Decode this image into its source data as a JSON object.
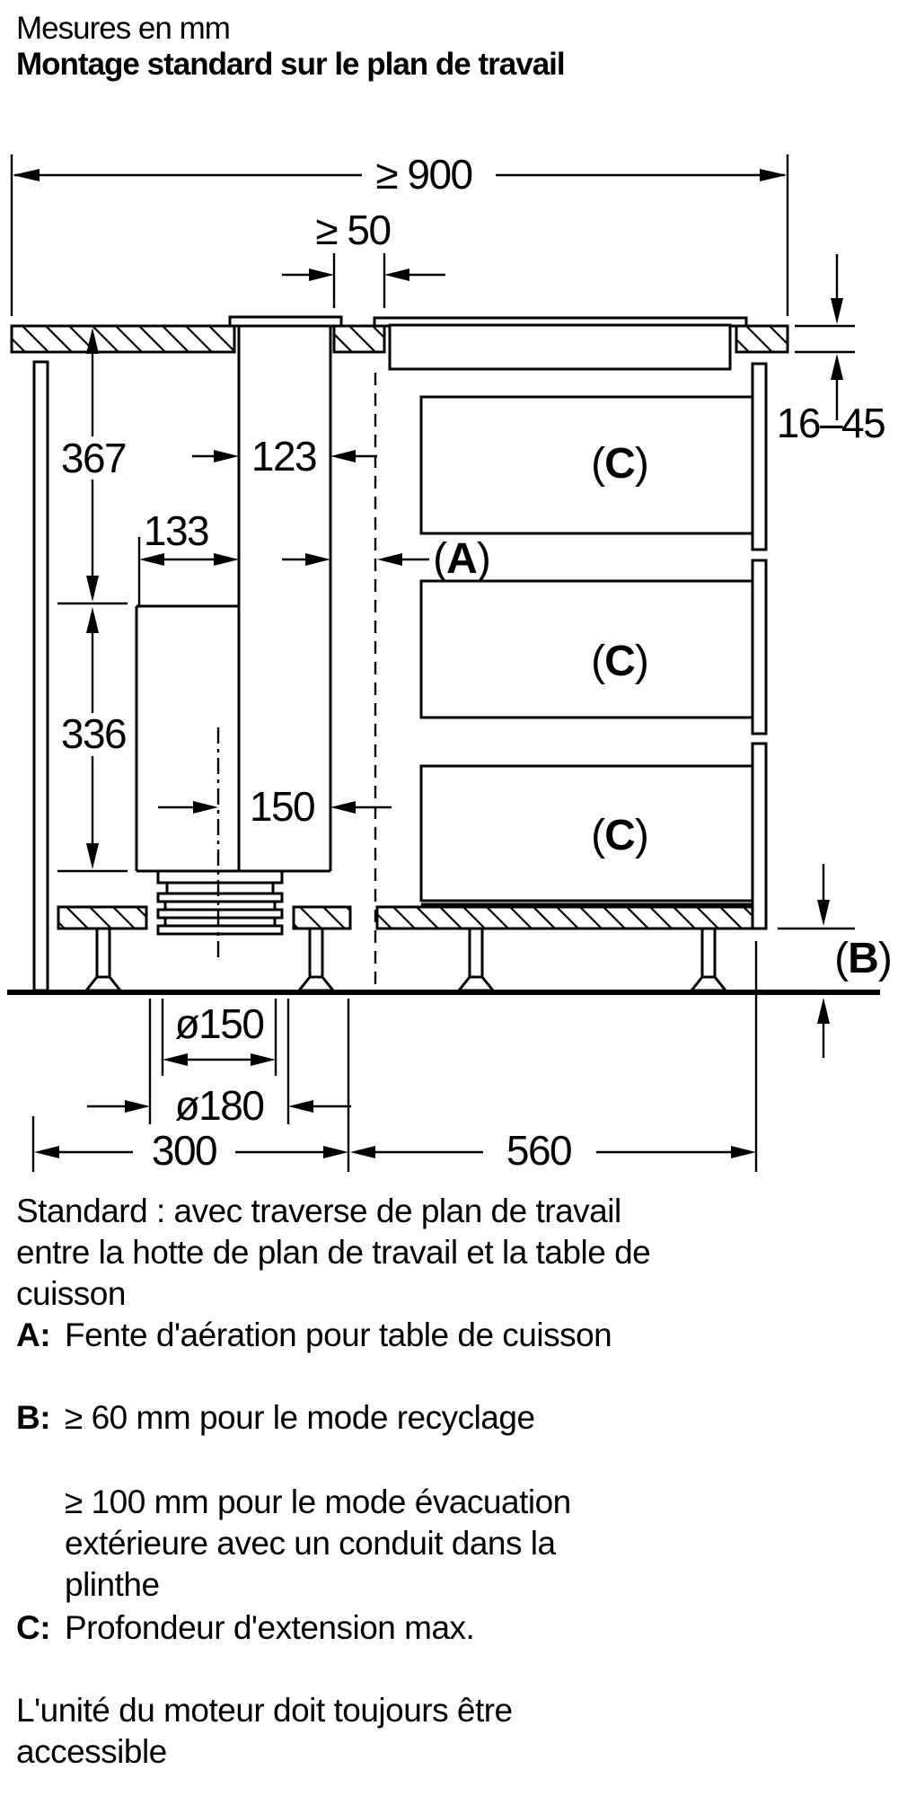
{
  "title": {
    "line1": "Mesures en mm",
    "line2": "Montage standard sur le plan de travail"
  },
  "dimensions": {
    "total_width": "≥ 900",
    "traverse_gap": "≥ 50",
    "worktop_thickness": "16–45",
    "hood_depth_upper": "367",
    "duct_width": "123",
    "motor_width": "133",
    "hood_depth_lower": "336",
    "center_offset": "150",
    "outlet_inner": "ø150",
    "outlet_outer": "ø180",
    "hood_zone_width": "300",
    "cabinet_width": "560"
  },
  "callouts": {
    "A": {
      "open": "(",
      "letter": "A",
      "close": ")"
    },
    "B": {
      "open": "(",
      "letter": "B",
      "close": ")"
    },
    "C": {
      "open": "(",
      "letter": "C",
      "close": ")"
    }
  },
  "notes": {
    "standard": [
      "Standard : avec traverse de plan de travail",
      "entre la hotte de plan de travail et la table de",
      "cuisson"
    ],
    "a": {
      "label": "A:",
      "text": "Fente d'aération pour table de cuisson"
    },
    "b": {
      "label": "B:",
      "text": "≥ 60 mm pour le mode recyclage"
    },
    "b_extra": [
      "≥ 100 mm pour le mode évacuation",
      "extérieure avec un conduit dans la",
      "plinthe"
    ],
    "c": {
      "label": "C:",
      "text": "Profondeur d'extension max."
    },
    "footer": [
      "L'unité du moteur doit toujours être",
      "accessible"
    ]
  }
}
